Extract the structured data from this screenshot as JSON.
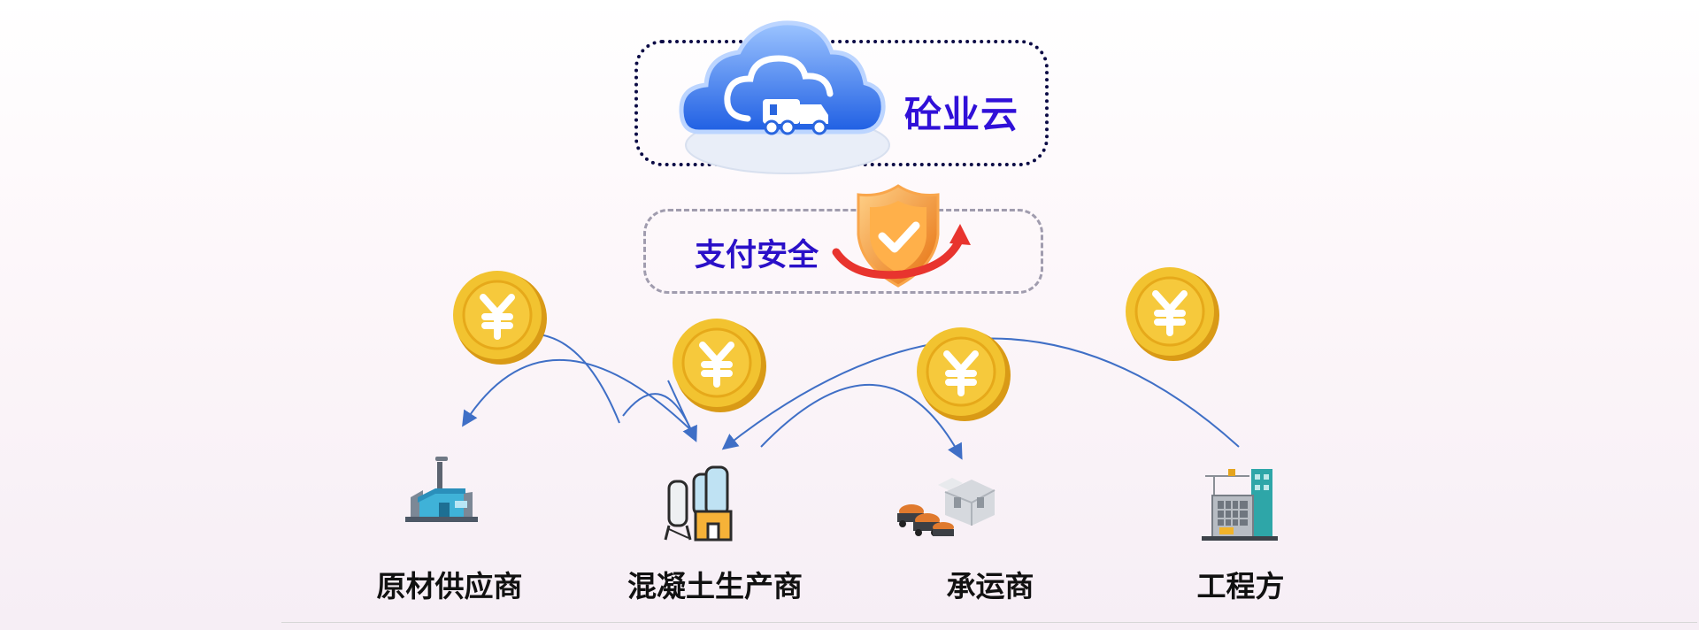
{
  "platform": {
    "label": "砼业云",
    "icon": "cloud-truck-icon"
  },
  "security": {
    "label": "支付安全",
    "icon": "shield-check-icon"
  },
  "parties": [
    {
      "label": "原材供应商",
      "icon": "factory-icon"
    },
    {
      "label": "混凝土生产商",
      "icon": "concrete-plant-icon"
    },
    {
      "label": "承运商",
      "icon": "mixer-trucks-icon"
    },
    {
      "label": "工程方",
      "icon": "construction-site-icon"
    }
  ],
  "payment_icon": "yuan-coin-icon",
  "colors": {
    "accent_text": "#3010d8",
    "arrow": "#3f6fc6",
    "coin": "#f2c330",
    "cloud": "#2f6fe9",
    "shield": "#f08a1c"
  }
}
